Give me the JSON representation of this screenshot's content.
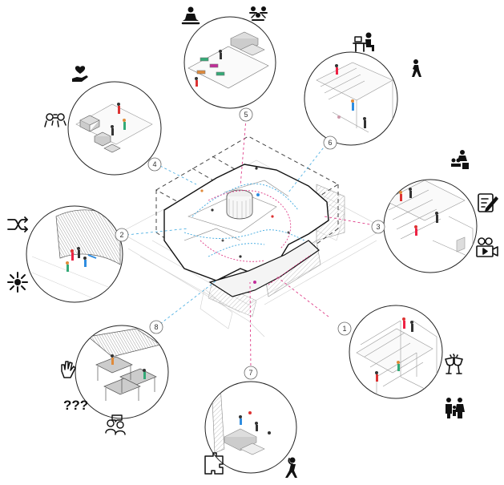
{
  "diagram": {
    "vignettes": [
      {
        "number": "1",
        "icons": [
          "toast-glasses-icon",
          "family-icon"
        ]
      },
      {
        "number": "2",
        "icons": [
          "shuffle-icon",
          "eye-icon"
        ]
      },
      {
        "number": "3",
        "icons": [
          "presentation-icon",
          "note-edit-icon",
          "video-camera-icon"
        ]
      },
      {
        "number": "4",
        "icons": [
          "heart-hand-icon",
          "conversation-icon"
        ]
      },
      {
        "number": "5",
        "icons": [
          "meditation-icon",
          "group-meeting-icon"
        ]
      },
      {
        "number": "6",
        "icons": [
          "desk-worker-icon",
          "walking-person-icon"
        ]
      },
      {
        "number": "7",
        "icons": [
          "puzzle-path-icon",
          "relaxing-person-icon"
        ]
      },
      {
        "number": "8",
        "icons": [
          "hand-gesture-icon",
          "questions-icon",
          "chat-people-icon"
        ]
      }
    ],
    "question_marks": "???"
  },
  "colors": {
    "line": "#222222",
    "dashed_frame": "#444444",
    "pink_link": "#e0408a",
    "blue_path": "#3fa9e0",
    "light_line": "#bbbbbb"
  }
}
